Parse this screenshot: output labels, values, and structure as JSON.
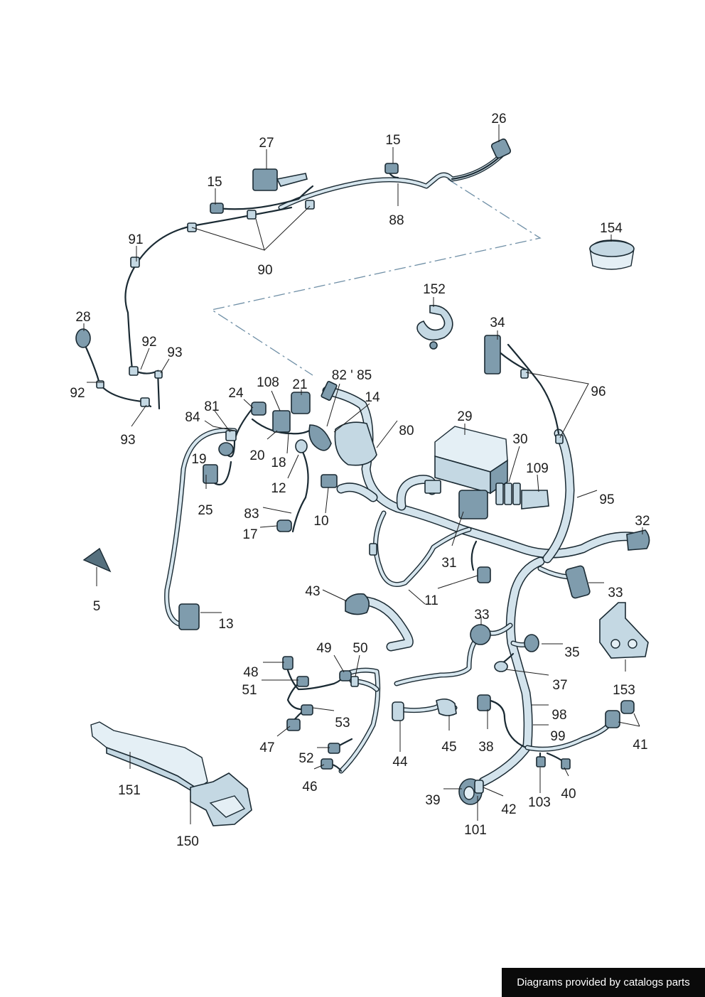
{
  "diagram": {
    "callouts": [
      "5",
      "10",
      "11",
      "12",
      "13",
      "14",
      "15",
      "15",
      "17",
      "18",
      "19",
      "20",
      "21",
      "24",
      "25",
      "26",
      "27",
      "28",
      "29",
      "30",
      "31",
      "32",
      "33",
      "33",
      "34",
      "35",
      "37",
      "38",
      "39",
      "40",
      "41",
      "42",
      "43",
      "44",
      "45",
      "46",
      "47",
      "48",
      "49",
      "50",
      "51",
      "52",
      "53",
      "80",
      "81",
      "82 ' 85",
      "83",
      "84",
      "88",
      "90",
      "91",
      "92",
      "92",
      "93",
      "93",
      "95",
      "96",
      "98",
      "99",
      "101",
      "103",
      "108",
      "109",
      "150",
      "151",
      "152",
      "153",
      "154"
    ]
  },
  "watermark": {
    "text": "Diagrams provided by catalogs parts"
  }
}
